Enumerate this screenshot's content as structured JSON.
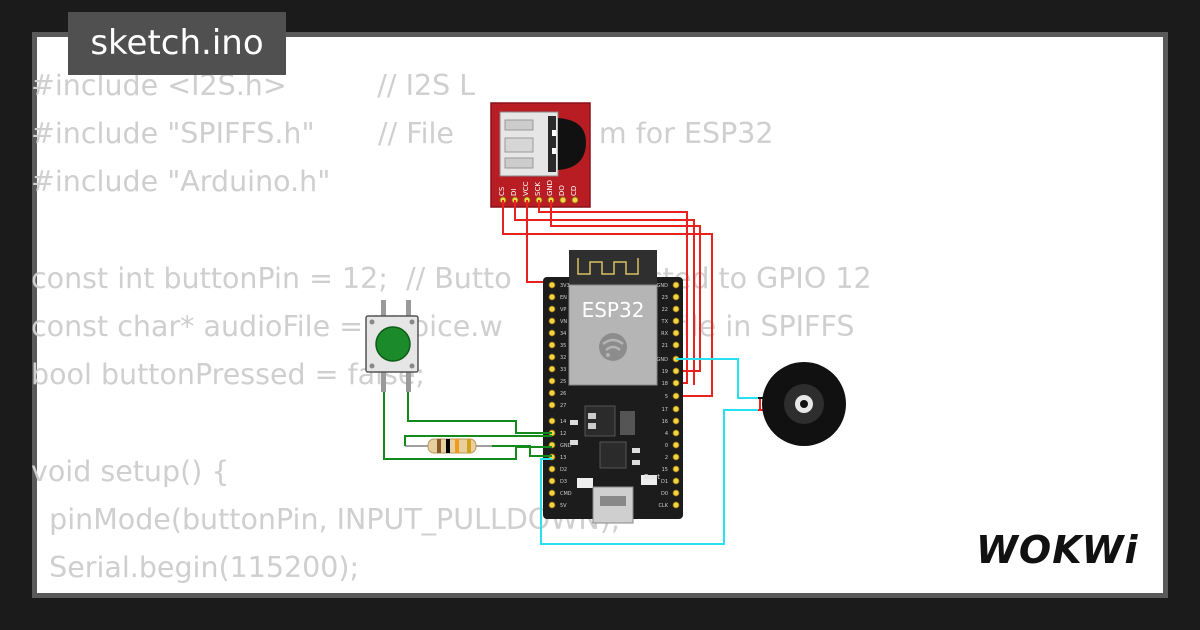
{
  "file": {
    "name": "sketch.ino"
  },
  "code_lines": [
    "#include <I2S.h>          // I2S L",
    "#include \"SPIFFS.h\"       // File                m for ESP32",
    "#include \"Arduino.h\"",
    "",
    "const int buttonPin = 12;  // Butto             ected to GPIO 12",
    "const char* audioFile = \"/voice.w           udio file in SPIFFS",
    "bool buttonPressed = false;",
    "",
    "void setup() {",
    "  pinMode(buttonPin, INPUT_PULLDOWN);",
    "  Serial.begin(115200);"
  ],
  "components": {
    "sd_card": {
      "pins": [
        "CS",
        "DI",
        "VCC",
        "SCK",
        "GND",
        "DO",
        "CD"
      ],
      "color": "#b81d24"
    },
    "esp32": {
      "label": "ESP32",
      "left_pins": [
        "3V3",
        "EN",
        "VP",
        "VN",
        "34",
        "35",
        "32",
        "33",
        "25",
        "26",
        "27",
        "14",
        "12",
        "GND",
        "13",
        "D2",
        "D3",
        "CMD",
        "5V"
      ],
      "right_pins": [
        "GND",
        "23",
        "22",
        "TX",
        "RX",
        "21",
        "GND",
        "19",
        "18",
        "5",
        "17",
        "16",
        "4",
        "0",
        "2",
        "15",
        "D1",
        "D0",
        "CLK"
      ],
      "boot_label": "Boot"
    },
    "pushbutton": {
      "cap_color": "#1a8a2a"
    },
    "resistor": {
      "bands": [
        "#8b5a2b",
        "#000000",
        "#f29a1a",
        "#d4a017"
      ]
    },
    "buzzer": {
      "color": "#111111"
    }
  },
  "wire_colors": {
    "red": "#e8231f",
    "green": "#138a1c",
    "cyan": "#27e1f0"
  },
  "brand": {
    "logo": "WOKWi"
  }
}
